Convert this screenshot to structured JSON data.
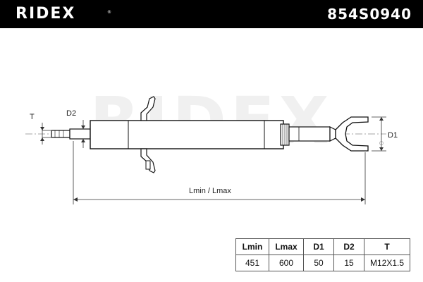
{
  "header": {
    "brand": "RIDEX",
    "registered_mark": "®",
    "part_number": "854S0940"
  },
  "drawing": {
    "labels": {
      "t": "T",
      "d2": "D2",
      "d1": "D1",
      "length": "Lmin / Lmax"
    },
    "watermark": "RIDEX"
  },
  "specs": {
    "headers": [
      "Lmin",
      "Lmax",
      "D1",
      "D2",
      "T"
    ],
    "values": [
      "451",
      "600",
      "50",
      "15",
      "M12X1.5"
    ]
  }
}
